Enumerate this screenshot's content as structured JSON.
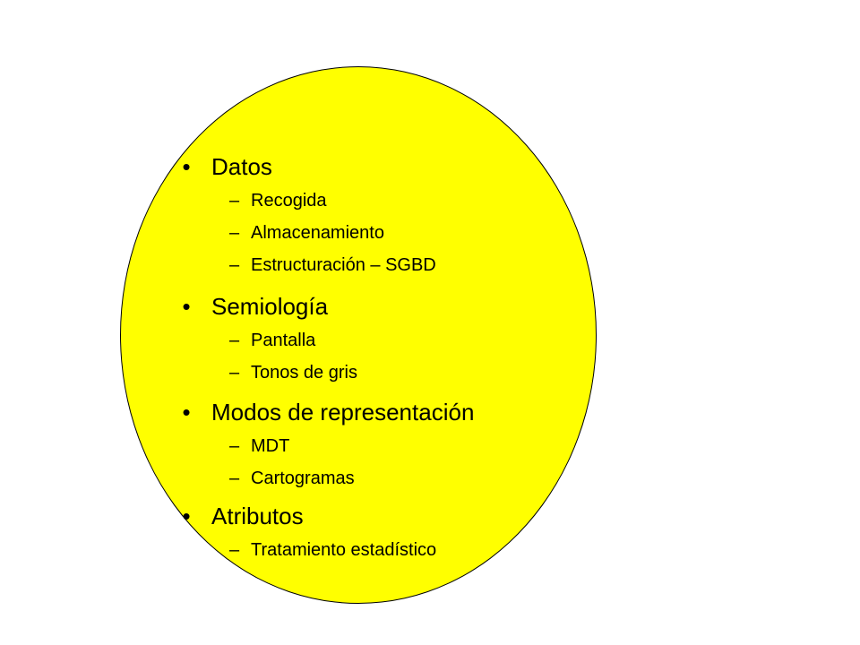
{
  "background_color": "#ffffff",
  "ellipse_color": "#ffff00",
  "outline_color": "#000000",
  "bullet_glyph": "•",
  "dash_glyph": "–",
  "items": [
    {
      "label": "Datos",
      "subitems": [
        "Recogida",
        "Almacenamiento",
        "Estructuración – SGBD"
      ]
    },
    {
      "label": "Semiología",
      "subitems": [
        "Pantalla",
        "Tonos de gris"
      ]
    },
    {
      "label": "Modos de representación",
      "subitems": [
        "MDT",
        "Cartogramas"
      ]
    },
    {
      "label": "Atributos",
      "subitems": [
        "Tratamiento estadístico"
      ]
    }
  ]
}
